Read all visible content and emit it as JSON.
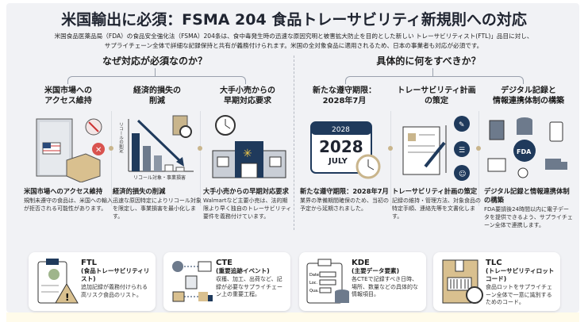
{
  "title": "米国輸出に必須：FSMA 204 食品トレーサビリティ新規則への対応",
  "subtitle": [
    "米国食品医薬品局（FDA）の食品安全強化法（FSMA）204条は、食中毒発生時の迅速な原因究明と被害拡大防止を目的とした新しい トレーサビリティスト(FTL)」品目に対し、",
    "サプライチェーン全体で詳細な記録保持と共有が義務付けられます。米国の全対象食品に適用されるため、日本の事業者も対応が必須です。"
  ],
  "why": {
    "heading": "なぜ対応が必須なのか？",
    "items": [
      {
        "title": "米国市場への\nアクセス維持",
        "name": "米国市場へのアクセス維持",
        "desc": "規制未遵守の食品は、米国への輸入が拒否される可能性があります。"
      },
      {
        "title": "経済的損失の\n削減",
        "name": "経済的損失の削減",
        "desc": "迅速な原因特定によりリコール対象を限定し、事業損害を最小化します。",
        "chart_ylabel": "リコールの削定",
        "chart_xlabel": "リコール対象・事業損害"
      },
      {
        "title": "大手小売からの\n早期対応要求",
        "name": "大手小売からの早期対応要求",
        "desc": "Walmartなど主要小売は、法的期限より早く独自のトレーサビリティ要件を義務付けています。"
      }
    ]
  },
  "what": {
    "heading": "具体的に何をすべきか？",
    "items": [
      {
        "title": "新たな遵守期限：\n2028年7月",
        "name": "新たな遵守期限：2028年7月",
        "desc": "業界の準備期間確保のため、当初の予定から延期されました。",
        "cal_year": "2028",
        "cal_big": "2028",
        "cal_month": "JULY"
      },
      {
        "title": "トレーサビリティ計画\nの策定",
        "name": "トレーサビリティ計画の策定",
        "desc": "記録の維持・管理方法、対象食品の特定手順、連絡先等を文書化します。"
      },
      {
        "title": "デジタル記録と\n情報連携体制の構築",
        "name": "デジタル記録と情報連携体制の構築",
        "desc": "FDA要請後24時間以内に電子データを提供できるよう、サプライチェーン全体で連携します。",
        "badge": "FDA"
      }
    ]
  },
  "terms": [
    {
      "key": "FTL",
      "name": "(食品トレーサビリティリスト)",
      "desc": "追加記録が義務付けられる高リスク食品のリスト。"
    },
    {
      "key": "CTE",
      "name": "(重要追跡イベント)",
      "desc": "収穫、加工、出荷など、記録が必要なサプライチェーン上の重要工程。"
    },
    {
      "key": "KDE",
      "name": "(主要データ要素)",
      "desc": "各CTEで記録すべき日時、場所、数量などの具体的な情報項目。",
      "fields": [
        "Date",
        "Loc.",
        "Qua."
      ]
    },
    {
      "key": "TLC",
      "name": "(トレーサビリティロットコード)",
      "desc": "食品ロットをサプライチェーン全体で一意に識別するためのコード。"
    }
  ],
  "colors": {
    "navy": "#1f3a5c",
    "tan": "#c9b58c",
    "red": "#d9534f"
  }
}
